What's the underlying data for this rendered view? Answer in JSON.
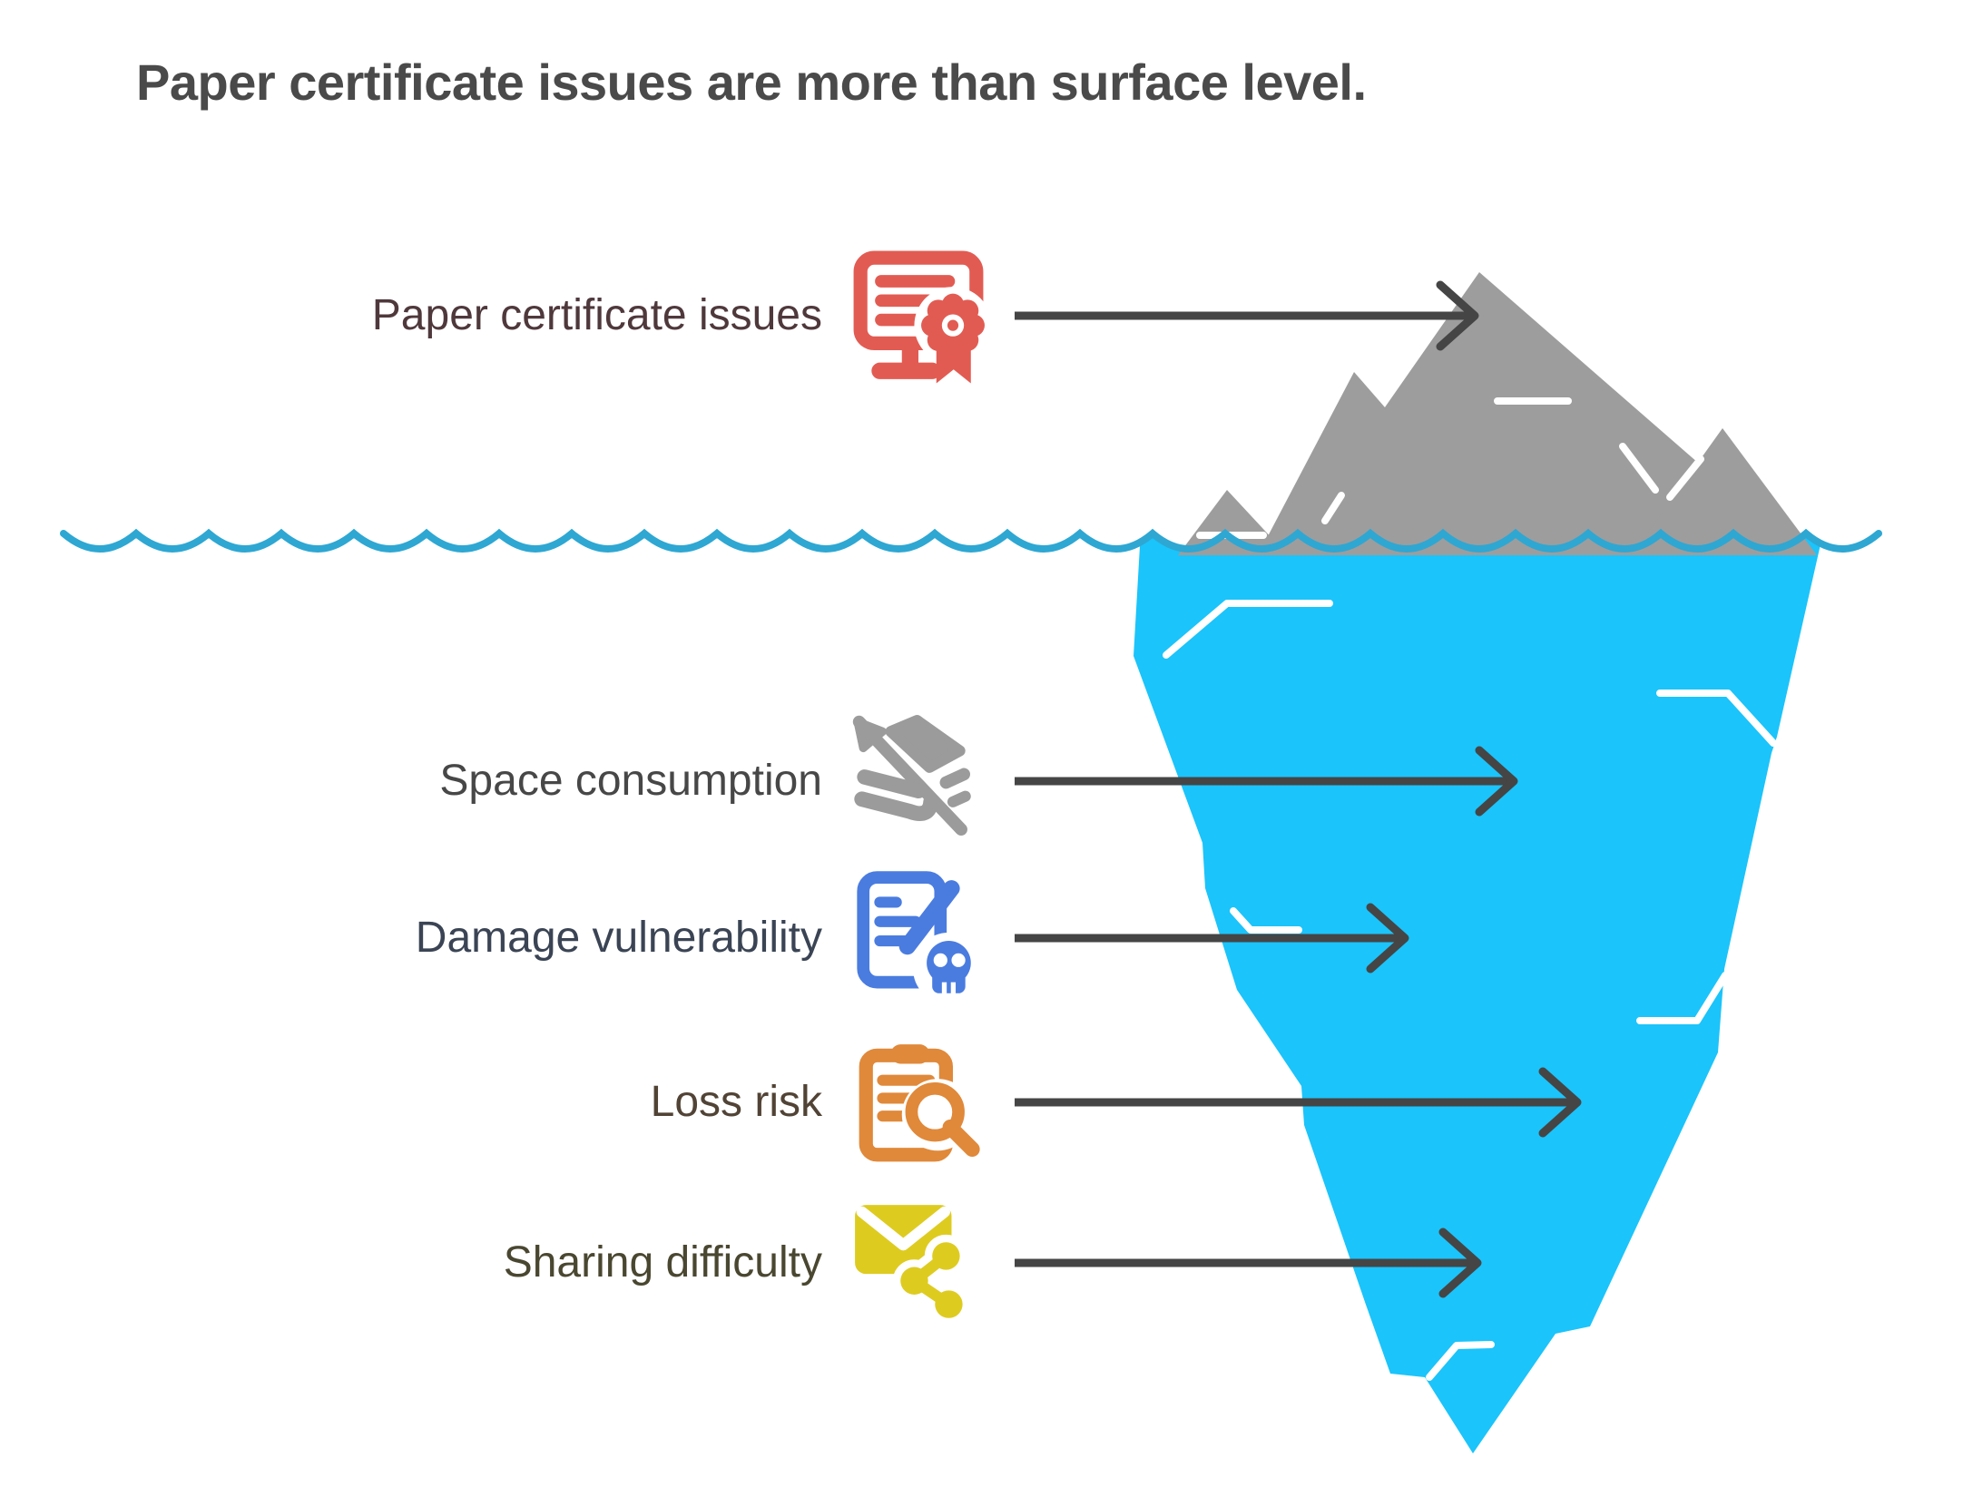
{
  "title": {
    "text": "Paper certificate issues are more than surface level.",
    "color": "#4A4A4A"
  },
  "rows": [
    {
      "label": "Paper certificate issues",
      "label_color": "#4F383C",
      "icon": "certificate-icon",
      "icon_color": "#E25B52"
    },
    {
      "label": "Space consumption",
      "label_color": "#474747",
      "icon": "space-consumption-icon",
      "icon_color": "#9B9B9B"
    },
    {
      "label": "Damage vulnerability",
      "label_color": "#3A4454",
      "icon": "damage-vulnerability-icon",
      "icon_color": "#4A7CE0"
    },
    {
      "label": "Loss risk",
      "label_color": "#514335",
      "icon": "loss-risk-icon",
      "icon_color": "#E0893A"
    },
    {
      "label": "Sharing difficulty",
      "label_color": "#4A4731",
      "icon": "sharing-difficulty-icon",
      "icon_color": "#DECB20"
    }
  ],
  "iceberg": {
    "above_water_color": "#9D9D9D",
    "below_water_color": "#1BC4FA",
    "waterline_color": "#2EA7D3",
    "arrow_color": "#454545",
    "accent_color": "#FFFFFF"
  }
}
